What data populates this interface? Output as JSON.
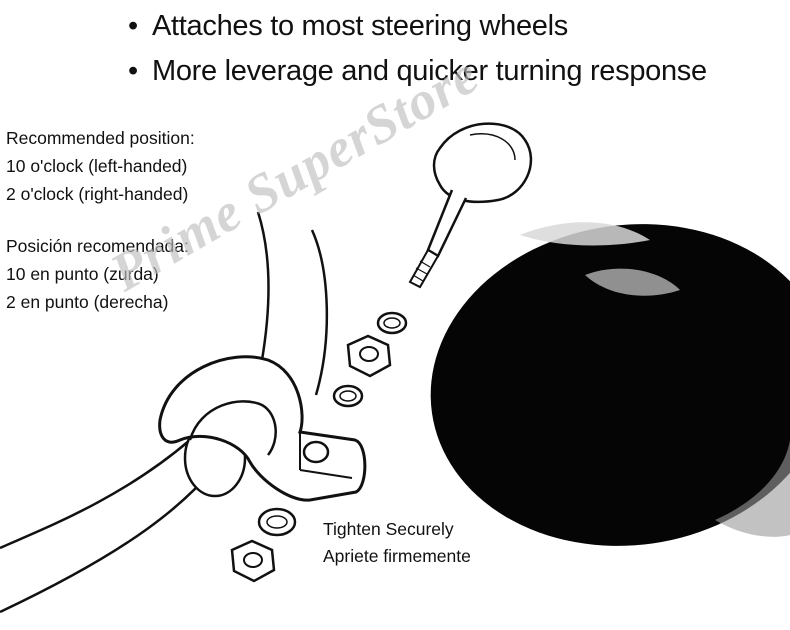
{
  "bullets": [
    {
      "marker": "•",
      "text": "Attaches to most steering wheels"
    },
    {
      "marker": "•",
      "text": "More leverage and quicker turning response"
    }
  ],
  "position_en": {
    "heading": "Recommended position:",
    "left": "10 o'clock (left-handed)",
    "right": "2 o'clock (right-handed)"
  },
  "position_es": {
    "heading": "Posición recomendada:",
    "left": "10 en punto (zurda)",
    "right": "2 en punto (derecha)"
  },
  "tighten": {
    "en": "Tighten Securely",
    "es": "Apriete firmemente"
  },
  "watermark": "Prime SuperStore",
  "illustration": {
    "parts": [
      "steering-wheel-rim",
      "mounting-clamp",
      "hex-nut",
      "washer",
      "spinner-screw",
      "spinner-knob"
    ]
  }
}
